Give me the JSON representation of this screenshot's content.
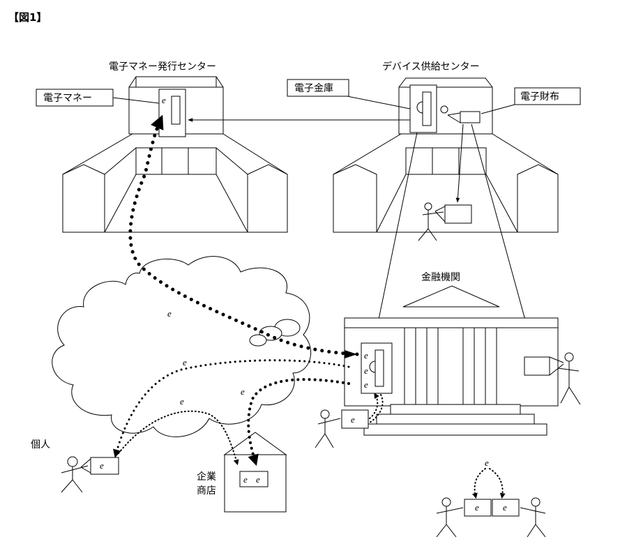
{
  "figure_label": "【図1】",
  "labels": {
    "issuing_center": "電子マネー発行センター",
    "device_center": "デバイス供給センター",
    "e_money": "電子マネー",
    "e_safe": "電子金庫",
    "e_wallet": "電子財布",
    "financial_institution": "金融機関",
    "individual": "個人",
    "company_line1": "企業",
    "company_line2": "商店"
  },
  "token_symbol": "e"
}
